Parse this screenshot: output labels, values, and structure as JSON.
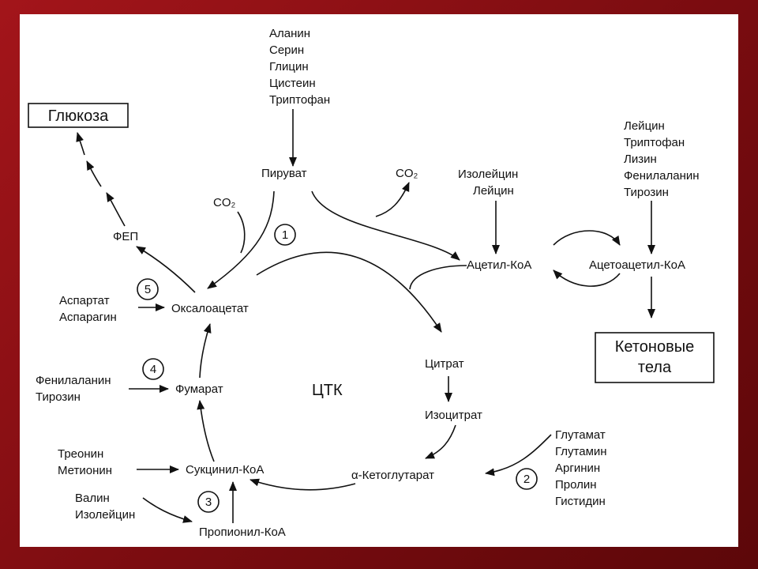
{
  "title_box": "Глюкоза",
  "ketone_box": [
    "Кетоновые",
    "тела"
  ],
  "cycle_label": "ЦТК",
  "pyruvate_sources": [
    "Аланин",
    "Серин",
    "Глицин",
    "Цистеин",
    "Триптофан"
  ],
  "ketogenic_sources": [
    "Лейцин",
    "Триптофан",
    "Лизин",
    "Фенилаланин",
    "Тирозин"
  ],
  "acetyl_sources": [
    "Изолейцин",
    "Лейцин"
  ],
  "aspartate_group": [
    "Аспартат",
    "Аспарагин"
  ],
  "fumarate_group": [
    "Фенилаланин",
    "Тирозин"
  ],
  "succinyl_group": [
    "Треонин",
    "Метионин"
  ],
  "propionyl_group": [
    "Валин",
    "Изолейцин"
  ],
  "ketoglutarate_group": [
    "Глутамат",
    "Глутамин",
    "Аргинин",
    "Пролин",
    "Гистидин"
  ],
  "nodes": {
    "pyruvate": "Пируват",
    "pep": "ФЕП",
    "acetyl_coa": "Ацетил-КоА",
    "acetoacetyl_coa": "Ацетоацетил-КоА",
    "oxaloacetate": "Оксалоацетат",
    "fumarate": "Фумарат",
    "succinyl_coa": "Сукцинил-КоА",
    "propionyl_coa": "Пропионил-КоА",
    "citrate": "Цитрат",
    "isocitrate": "Изоцитрат",
    "ketoglutarate": "α-Кетоглутарат",
    "co2_left": "CO₂",
    "co2_right": "CO₂"
  },
  "step_numbers": [
    "1",
    "2",
    "3",
    "4",
    "5"
  ]
}
